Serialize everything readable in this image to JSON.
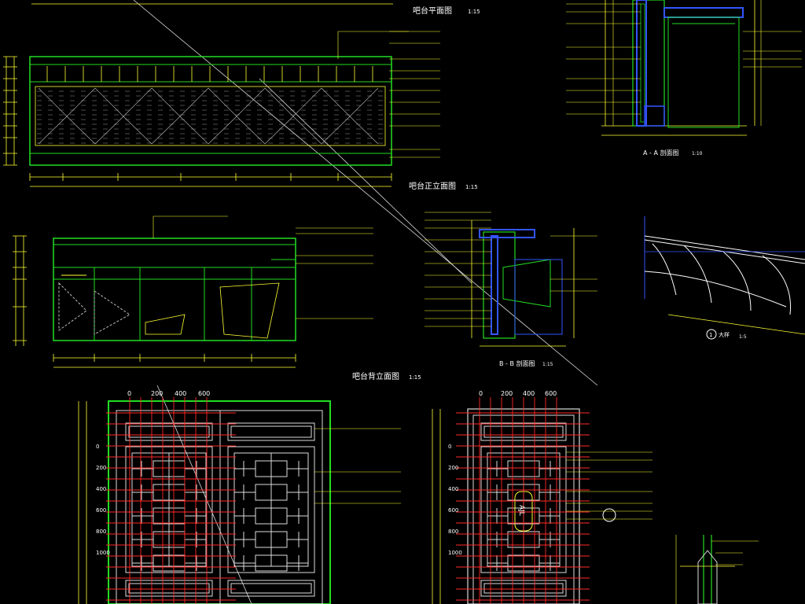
{
  "titles": {
    "plan": "吧台平面图",
    "plan_scale": "1:15",
    "front": "吧台正立面图",
    "front_scale": "1:15",
    "side": "吧台背立面图",
    "side_scale": "1:15",
    "section_aa": "A - A 剖面图",
    "section_aa_scale": "1:10",
    "section_bb": "B - B 剖面图",
    "section_bb_scale": "1:15",
    "detail": "大样",
    "detail_scale": "1:5",
    "detail_num": "1"
  },
  "door_ticks": {
    "top": [
      "0",
      "200",
      "400",
      "600"
    ],
    "left": [
      "0",
      "200",
      "400",
      "600",
      "800",
      "1000"
    ]
  },
  "door_label": "AJL",
  "colors": {
    "yellow": "#ffff33",
    "green": "#22dd22",
    "red": "#ff2a2a",
    "blue": "#3355ff",
    "white": "#ffffff",
    "cyan": "#33dddd"
  }
}
